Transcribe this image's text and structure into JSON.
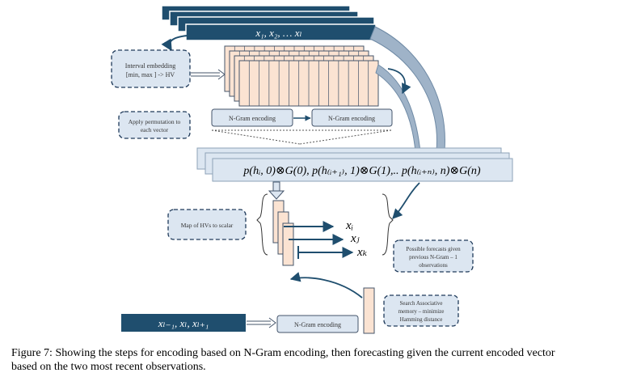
{
  "diagram": {
    "input_sequence_label": "x₁, x₂, … xₗ",
    "interval_embedding_note": [
      "Interval embedding",
      "[min, max ] -> HV"
    ],
    "permutation_note": [
      "Apply permutation to",
      "each vector"
    ],
    "ngram_encoding_left": "N-Gram encoding",
    "ngram_encoding_right": "N-Gram encoding",
    "ngram_formula": "p(hᵢ, 0)⊗G(0), p(h₍ᵢ₊₁₎, 1)⊗G(1),.. p(h₍ᵢ₊ₙ₎, n)⊗G(n)",
    "map_note": "Map of HVs to scalar",
    "outputs": [
      "xᵢ",
      "xⱼ",
      "xₖ"
    ],
    "forecasts_note": [
      "Possible forecasts given",
      "previous N-Gram – 1",
      "observations"
    ],
    "recent_sequence_label": "xₗ₋₁, xₗ, xₗ₊₁",
    "ngram_encoding_bottom": "N-Gram encoding",
    "search_note": [
      "Search Associative",
      "memory – minimize",
      "Hamming distance"
    ],
    "colors": {
      "dark_blue": "#1f4e6e",
      "light_blue": "#dce6f1",
      "peach": "#fbe3d2",
      "outline": "#44546a"
    }
  },
  "caption": [
    "Figure 7: Showing the steps for encoding based on N-Gram encoding, then forecasting given the current encoded vector",
    "based on the two most recent observations."
  ]
}
